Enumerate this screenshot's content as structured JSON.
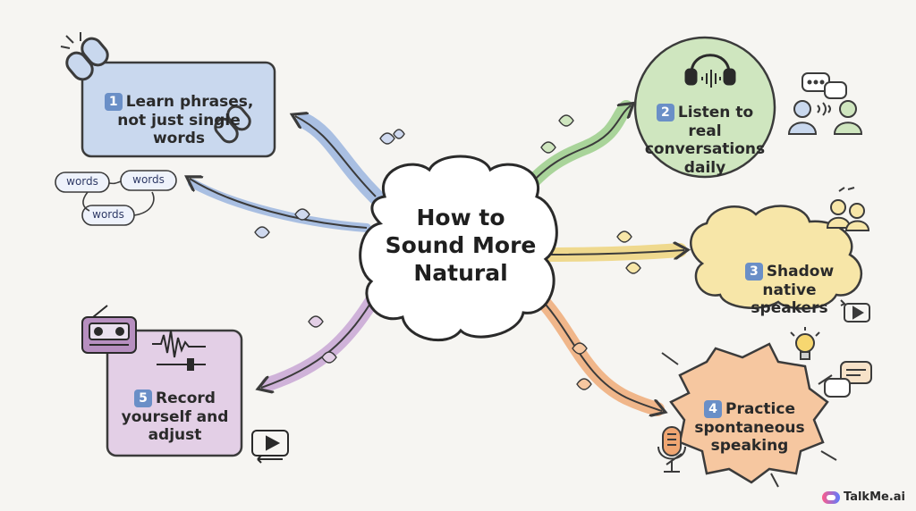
{
  "center": {
    "title": "How to\nSound More\nNatural"
  },
  "nodes": [
    {
      "id": 1,
      "badge": "1",
      "text": "Learn phrases,\nnot just single\nwords",
      "fill": "#c9d8ee",
      "stroke": "#3b3b3b"
    },
    {
      "id": 2,
      "badge": "2",
      "text": "Listen to real\nconversations\ndaily",
      "fill": "#cfe6bf",
      "stroke": "#3b3b3b"
    },
    {
      "id": 3,
      "badge": "3",
      "text": "Shadow native\nspeakers",
      "fill": "#f7e6a8",
      "stroke": "#3b3b3b"
    },
    {
      "id": 4,
      "badge": "4",
      "text": "Practice\nspontaneous\nspeaking",
      "fill": "#f6c7a0",
      "stroke": "#3b3b3b"
    },
    {
      "id": 5,
      "badge": "5",
      "text": "Record\nyourself and\nadjust",
      "fill": "#e3cfe6",
      "stroke": "#3b3b3b"
    }
  ],
  "word_tags": [
    "words",
    "words",
    "words"
  ],
  "branch_colors": {
    "blue": "#a9bfe2",
    "green": "#a9d49a",
    "yellow": "#efd98e",
    "orange": "#f0b68a",
    "purple": "#cfb2d9"
  },
  "icons": [
    "chain-link-icon",
    "headphones-icon",
    "chat-bubbles-icon",
    "people-icon",
    "replay-icon",
    "lightbulb-icon",
    "microphone-icon",
    "cassette-recorder-icon",
    "waveform-icon",
    "play-icon"
  ],
  "brand": {
    "name": "TalkMe.ai"
  }
}
